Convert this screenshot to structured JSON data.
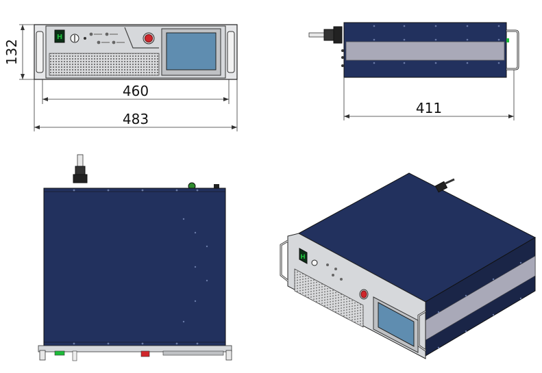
{
  "drawing": {
    "front_view": {
      "height_dim": "132",
      "panel_width_dim": "460",
      "overall_width_dim": "483"
    },
    "side_view": {
      "depth_dim": "411"
    },
    "top_view": {},
    "iso_view": {}
  },
  "colors": {
    "chassis_blue": "#22315e",
    "chassis_blue_dark": "#1a2547",
    "panel_grey": "#cfd2d6",
    "stripe_grey": "#a9a9b8",
    "screen_blue": "#5f8db0",
    "estop_red": "#d0262b",
    "indicator_green": "#1dbb3a",
    "line_dark": "#222222"
  }
}
